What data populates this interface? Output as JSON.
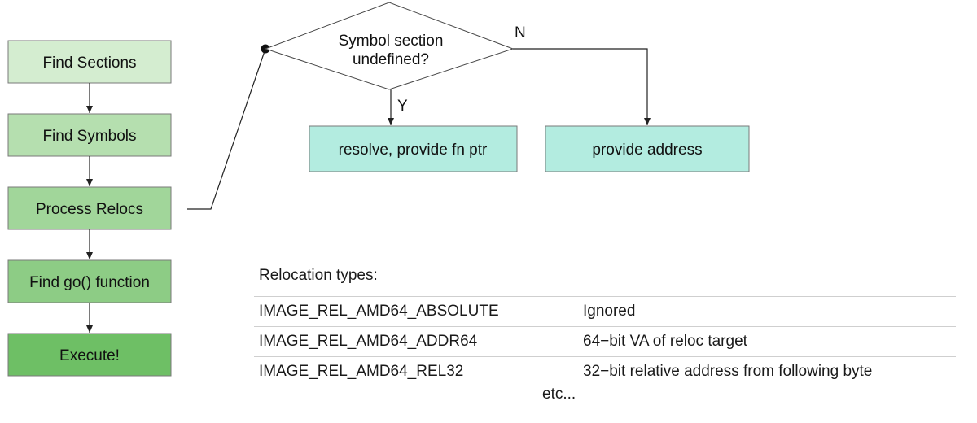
{
  "pipeline": {
    "steps": [
      {
        "label": "Find Sections",
        "color": "#d4edd0"
      },
      {
        "label": "Find Symbols",
        "color": "#b5dfaf"
      },
      {
        "label": "Process Relocs",
        "color": "#a1d69a"
      },
      {
        "label": "Find go() function",
        "color": "#8dcc85"
      },
      {
        "label": "Execute!",
        "color": "#6ebf65"
      }
    ]
  },
  "decision": {
    "line1": "Symbol section",
    "line2": "undefined?",
    "yes_label": "Y",
    "no_label": "N",
    "yes_action": "resolve, provide fn ptr",
    "no_action": "provide address",
    "action_color": "#b3ece0"
  },
  "relocations": {
    "heading": "Relocation types:",
    "rows": [
      {
        "type": "IMAGE_REL_AMD64_ABSOLUTE",
        "description": "Ignored"
      },
      {
        "type": "IMAGE_REL_AMD64_ADDR64",
        "description": "64−bit VA of reloc target"
      },
      {
        "type": "IMAGE_REL_AMD64_REL32",
        "description": "32−bit relative address from following byte"
      }
    ],
    "footer": "etc..."
  }
}
